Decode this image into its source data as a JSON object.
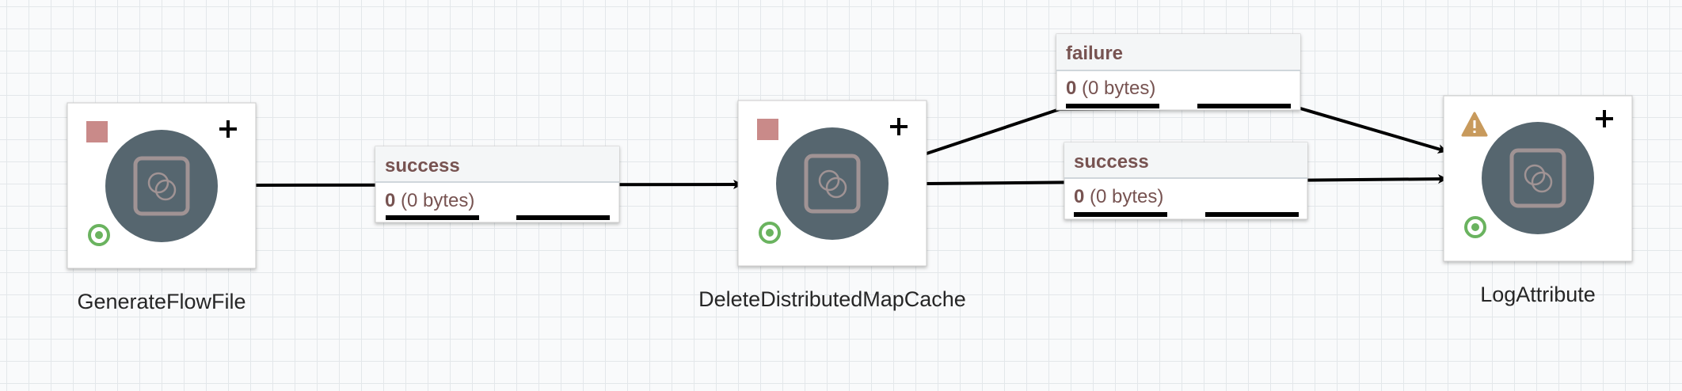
{
  "processors": [
    {
      "name": "GenerateFlowFile",
      "state": "stopped",
      "status_icon": "stop-icon",
      "validation": "valid"
    },
    {
      "name": "DeleteDistributedMapCache",
      "state": "stopped",
      "status_icon": "stop-icon",
      "validation": "valid"
    },
    {
      "name": "LogAttribute",
      "state": "invalid",
      "status_icon": "warning-icon",
      "validation": "warning"
    }
  ],
  "connections": [
    {
      "relationship": "success",
      "count": "0",
      "size": "(0 bytes)"
    },
    {
      "relationship": "failure",
      "count": "0",
      "size": "(0 bytes)"
    },
    {
      "relationship": "success",
      "count": "0",
      "size": "(0 bytes)"
    }
  ],
  "colors": {
    "processor_circle": "#56666f",
    "stop": "#c98a89",
    "warning": "#c89a5c",
    "running_target": "#6ab35f",
    "connection_text": "#775351"
  }
}
